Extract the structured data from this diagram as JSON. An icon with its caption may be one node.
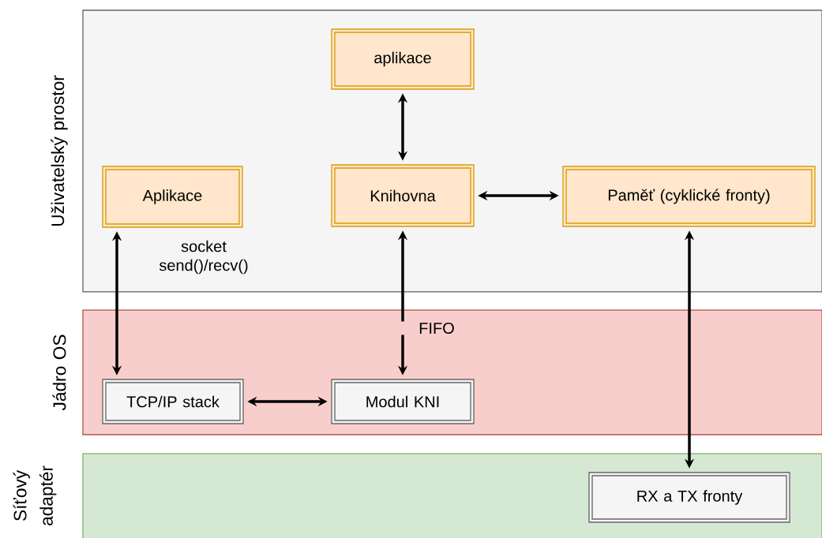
{
  "diagram": {
    "nodes": [
      {
        "text": [
          "Uživatelský prostor"
        ]
      },
      {
        "text": [
          "Jádro OS"
        ]
      },
      {
        "text": [
          "Síťový adaptér"
        ]
      },
      {
        "text": [
          "aplikace"
        ],
        "in": 0
      },
      {
        "text": [
          "Aplikace"
        ],
        "in": 0
      },
      {
        "text": [
          "Knihovna"
        ],
        "in": 0
      },
      {
        "text": [
          "Paměť (cyklické fronty)"
        ],
        "in": 0
      },
      {
        "text": [
          "TCP/IP stack"
        ],
        "in": 1
      },
      {
        "text": [
          "Modul KNI"
        ],
        "in": 1
      },
      {
        "text": [
          "RX a TX fronty"
        ],
        "in": 2
      }
    ],
    "edges": [
      {
        "from": 3,
        "to": 5,
        "arrow": "both"
      },
      {
        "from": 5,
        "to": 6,
        "arrow": "both"
      },
      {
        "from": 4,
        "to": 7,
        "arrow": "both",
        "label": "socket send()/recv()"
      },
      {
        "from": 5,
        "to": 8,
        "arrow": "both",
        "label": "FIFO"
      },
      {
        "from": 7,
        "to": 8,
        "arrow": "both"
      },
      {
        "from": 6,
        "to": 9,
        "arrow": "both"
      }
    ]
  }
}
